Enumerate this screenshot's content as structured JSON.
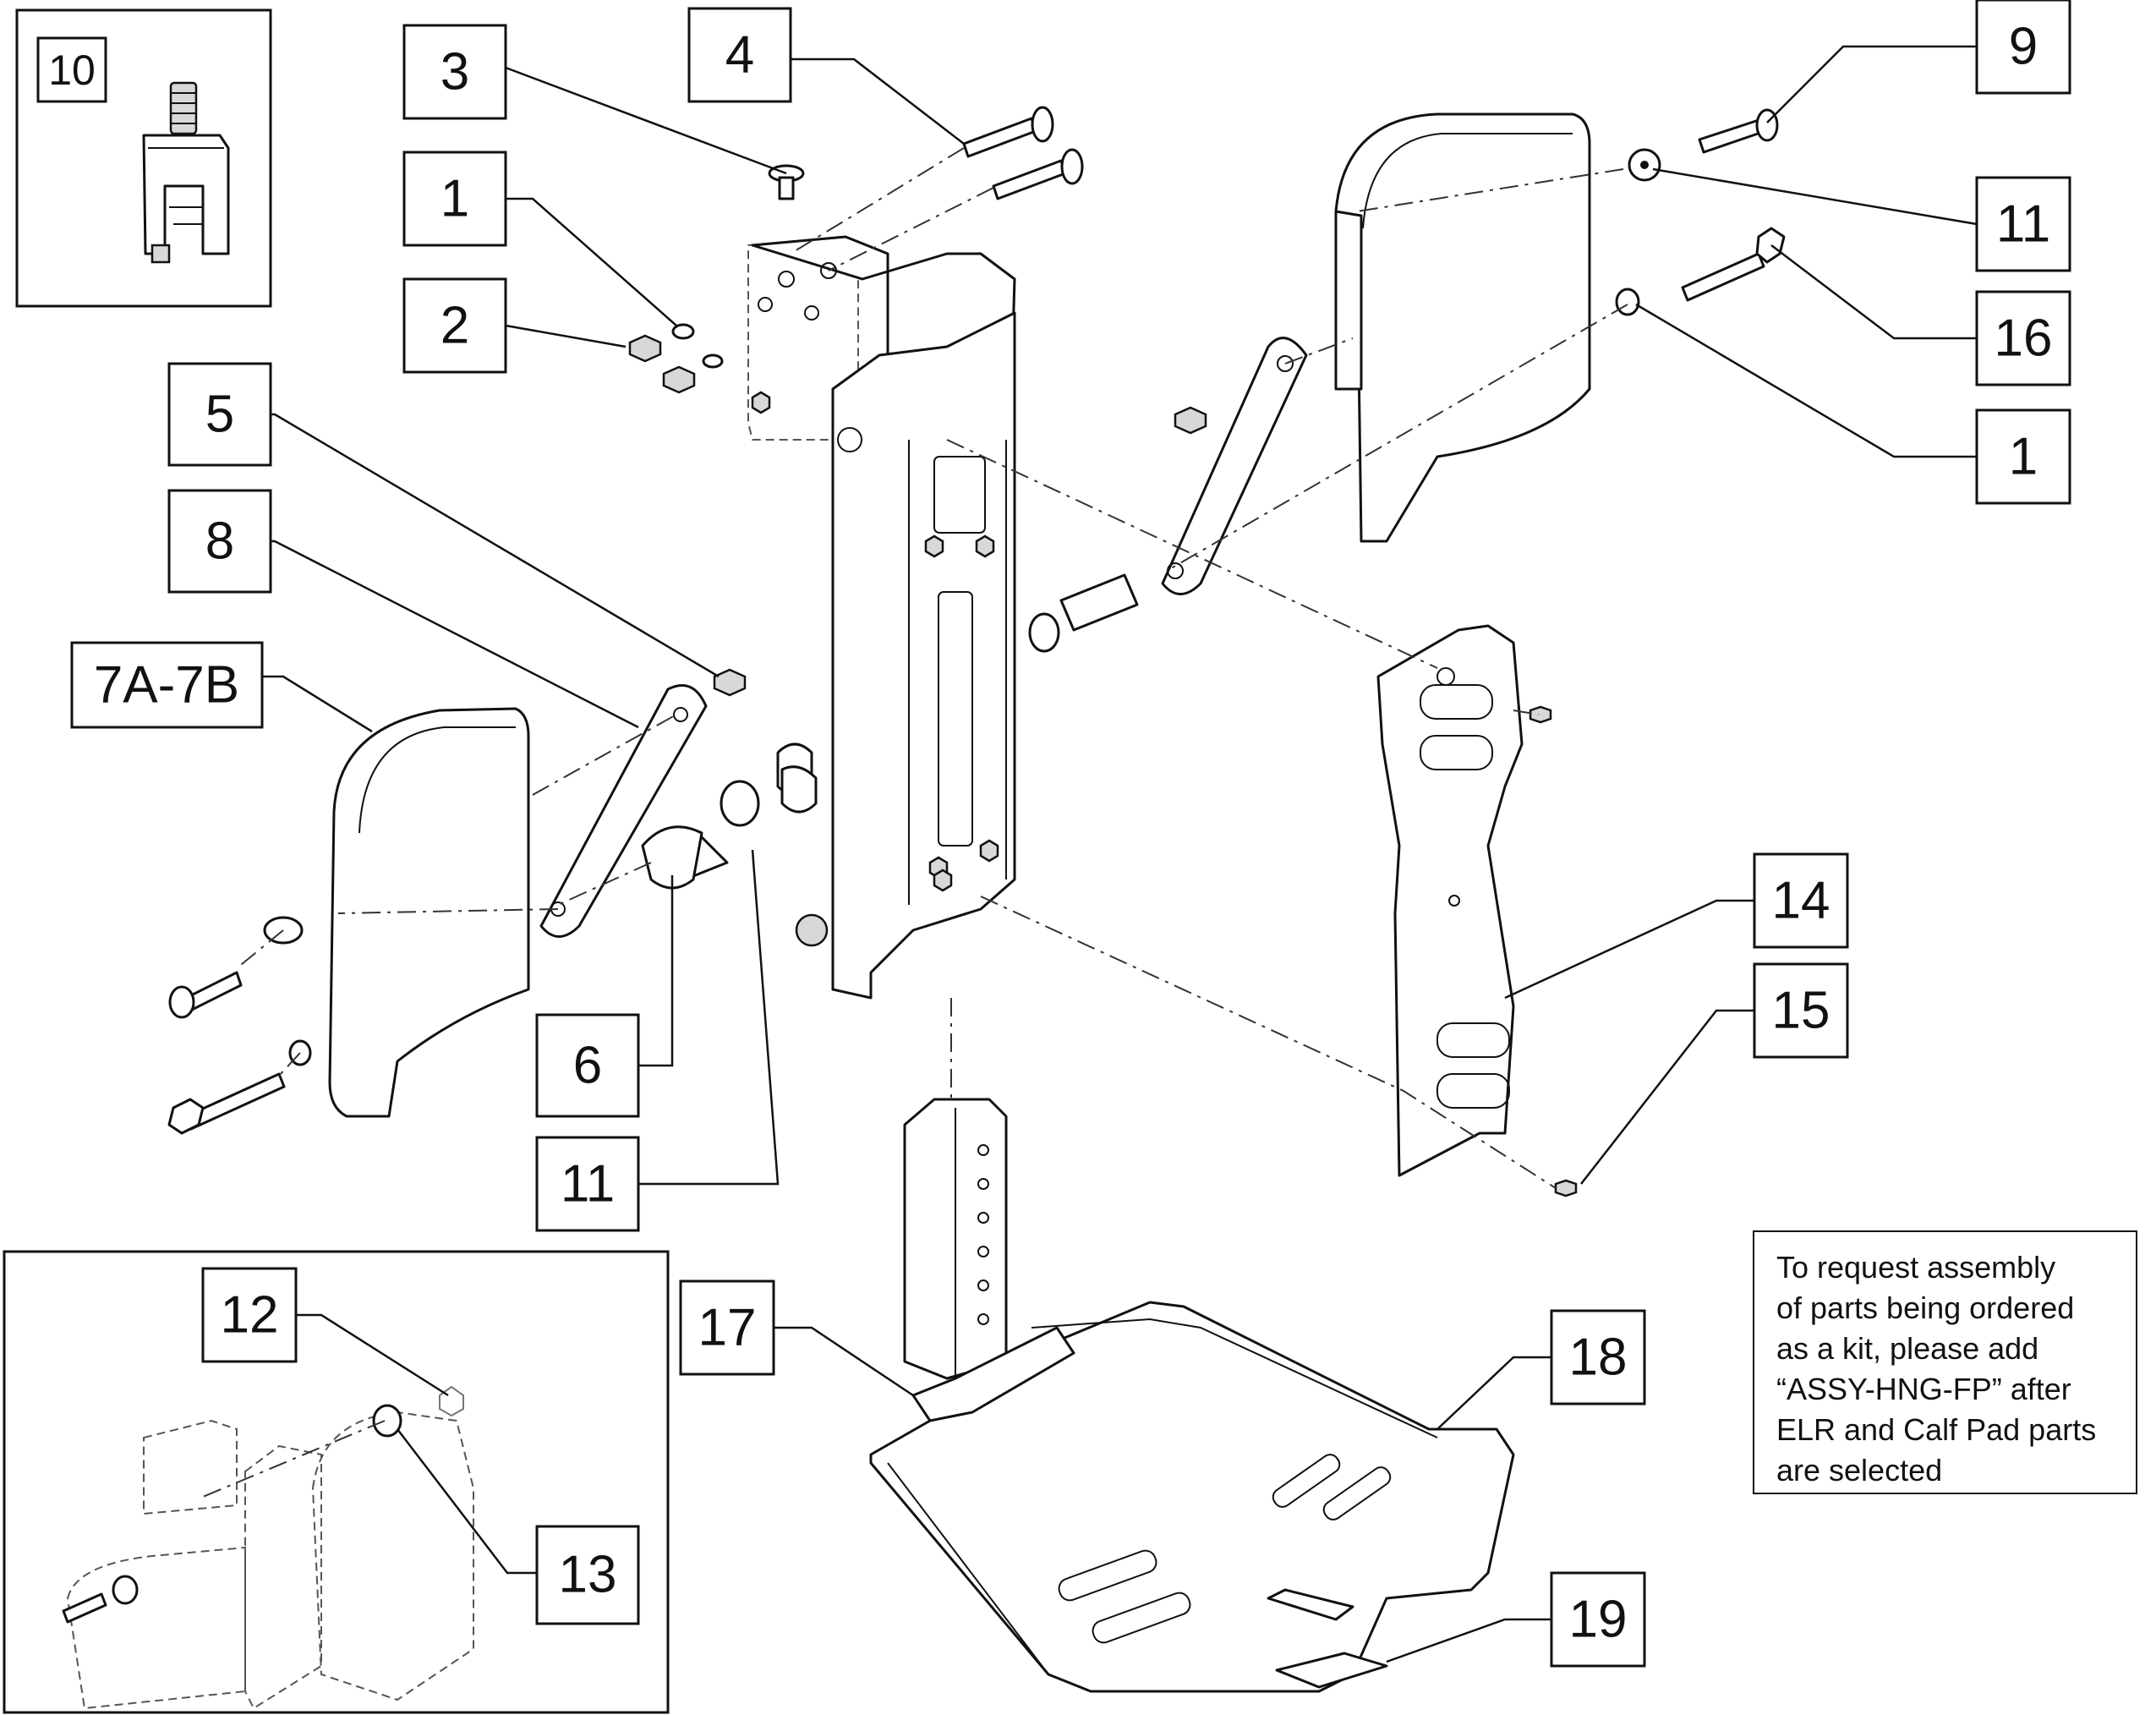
{
  "callouts": {
    "c10": "10",
    "c3": "3",
    "c4": "4",
    "c9": "9",
    "c1_top": "1",
    "c2": "2",
    "c11_right": "11",
    "c16": "16",
    "c1_right": "1",
    "c5": "5",
    "c8": "8",
    "c7": "7A-7B",
    "c14": "14",
    "c15": "15",
    "c6": "6",
    "c11_bottom": "11",
    "c12": "12",
    "c13": "13",
    "c17": "17",
    "c18": "18",
    "c19": "19"
  },
  "note": {
    "lines": [
      "To request assembly",
      "of parts being ordered",
      "as a kit, please add",
      "“ASSY-HNG-FP” after",
      "ELR and Calf Pad parts",
      "are selected"
    ]
  }
}
